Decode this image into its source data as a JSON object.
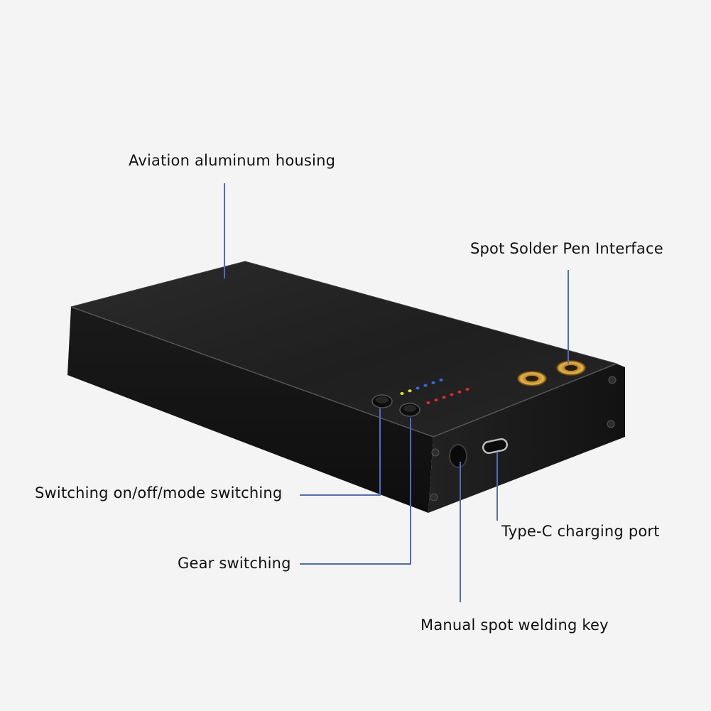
{
  "image": {
    "background_color": "#f4f4f4",
    "leader_line_color": "#4a6fc1",
    "device_color": "#1c1c1c"
  },
  "callouts": {
    "housing": "Aviation aluminum housing",
    "pen_interface": "Spot Solder Pen Interface",
    "power_switch": "Switching on/off/mode switching",
    "gear_switch": "Gear switching",
    "typec_port": "Type-C charging port",
    "manual_key": "Manual spot welding key"
  },
  "indicators": {
    "row1_colors": [
      "#e8e020",
      "#e8e020",
      "#2f6ee0",
      "#2f6ee0",
      "#2f6ee0",
      "#2f6ee0"
    ],
    "row2_colors": [
      "#e02a2a",
      "#e02a2a",
      "#e02a2a",
      "#e02a2a",
      "#e02a2a",
      "#e02a2a"
    ]
  },
  "icons": [
    "power-button-icon",
    "gear-button-icon",
    "manual-weld-button-icon",
    "type-c-port-icon",
    "pen-connector-icon"
  ]
}
